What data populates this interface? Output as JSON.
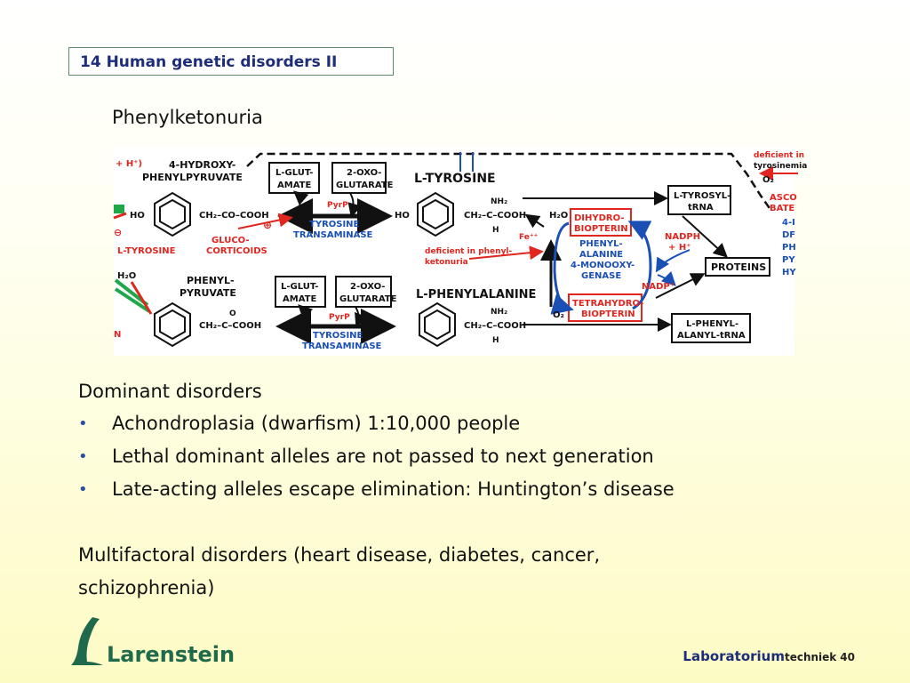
{
  "slide": {
    "title": "14 Human genetic disorders II",
    "subtitle": "Phenylketonuria"
  },
  "diagram": {
    "labels": {
      "h_plus_top": "+ H⁺)",
      "hydroxy_1": "4-HYDROXY-",
      "hydroxy_2": "PHENYLPYRUVATE",
      "lglut_1": "L-GLUT-",
      "lglut_2": "AMATE",
      "oxo_1": "2-OXO-",
      "oxo_2": "GLUTARATE",
      "ltyrosine": "L-TYROSINE",
      "deficient_top_1": "deficient in",
      "deficient_top_2": "tyrosinemia",
      "o2_top": "O₂",
      "tyrosyl_1": "L-TYROSYL-",
      "tyrosyl_2": "tRNA",
      "asco_1": "ASCO",
      "asco_2": "BATE",
      "right_1": "4-I",
      "right_2": "DF",
      "right_3": "PH",
      "right_4": "PY",
      "right_5": "HY",
      "ho_1": "HO",
      "ch2_co_cooh": "CH₂–CO–COOH",
      "pyrp_1": "PyrP",
      "tyr_trans_1a": "TYROSINE",
      "tyr_trans_1b": "TRANSAMINASE",
      "ho_2": "HO",
      "nh2_1": "NH₂",
      "ch2_c_cooh_1": "CH₂–C–COOH",
      "h_1": "H",
      "h2o_1": "H₂O",
      "dihydro_1": "DIHYDRO-",
      "dihydro_2": "BIOPTERIN",
      "minus": "⊖",
      "l_tyrosine_left": "L-TYROSINE",
      "gluco_1": "GLUCO-",
      "gluco_2": "CORTICOIDS",
      "plus": "⊕",
      "fe": "Fe⁺⁺",
      "def_pheny_1": "deficient in phenyl-",
      "def_pheny_2": "ketonuria",
      "enzyme_1": "PHENYL-",
      "enzyme_2": "ALANINE",
      "enzyme_3": "4-MONOOXY-",
      "enzyme_4": "GENASE",
      "nadph_1": "NADPH",
      "nadph_2": "+ H⁺",
      "proteins": "PROTEINS",
      "h2o_left": "H₂O",
      "phenyl_pyr_1": "PHENYL-",
      "phenyl_pyr_2": "PYRUVATE",
      "lglut_b_1": "L-GLUT-",
      "lglut_b_2": "AMATE",
      "oxo_b_1": "2-OXO-",
      "oxo_b_2": "GLUTARATE",
      "lphenylalanine": "L-PHENYLALANINE",
      "nadp": "NADP⁺",
      "o_1": "O",
      "ch2_c_cooh_2": "CH₂–C–COOH",
      "pyrp_2": "PyrP",
      "tyr_trans_2a": "TYROSINE",
      "tyr_trans_2b": "TRANSAMINASE",
      "nh2_2": "NH₂",
      "ch2_c_cooh_3": "CH₂–C–COOH",
      "h_2": "H",
      "o2_bottom": "O₂",
      "tetrahydro_1": "TETRAHYDRO-",
      "tetrahydro_2": "BIOPTERIN",
      "lphenylalanyl_1": "L-PHENYL-",
      "lphenylalanyl_2": "ALANYL-tRNA",
      "n_left": "N"
    }
  },
  "dominant": {
    "heading": "Dominant disorders",
    "bullets": [
      "Achondroplasia (dwarfism) 1:10,000 people",
      "Lethal dominant alleles are not passed to next generation",
      "Late-acting alleles escape elimination: Huntington’s disease"
    ]
  },
  "multifactoral": {
    "line1": "Multifactoral disorders (heart disease, diabetes, cancer,",
    "line2": "schizophrenia)"
  },
  "logo": {
    "name": "Larenstein"
  },
  "footer": {
    "lab": "Laboratorium",
    "tech": "techniek",
    "page": "40"
  },
  "colors": {
    "title": "#1d2d7a",
    "logo": "#1f6a4c",
    "red": "#e0261f",
    "blue": "#1a4fb5"
  }
}
